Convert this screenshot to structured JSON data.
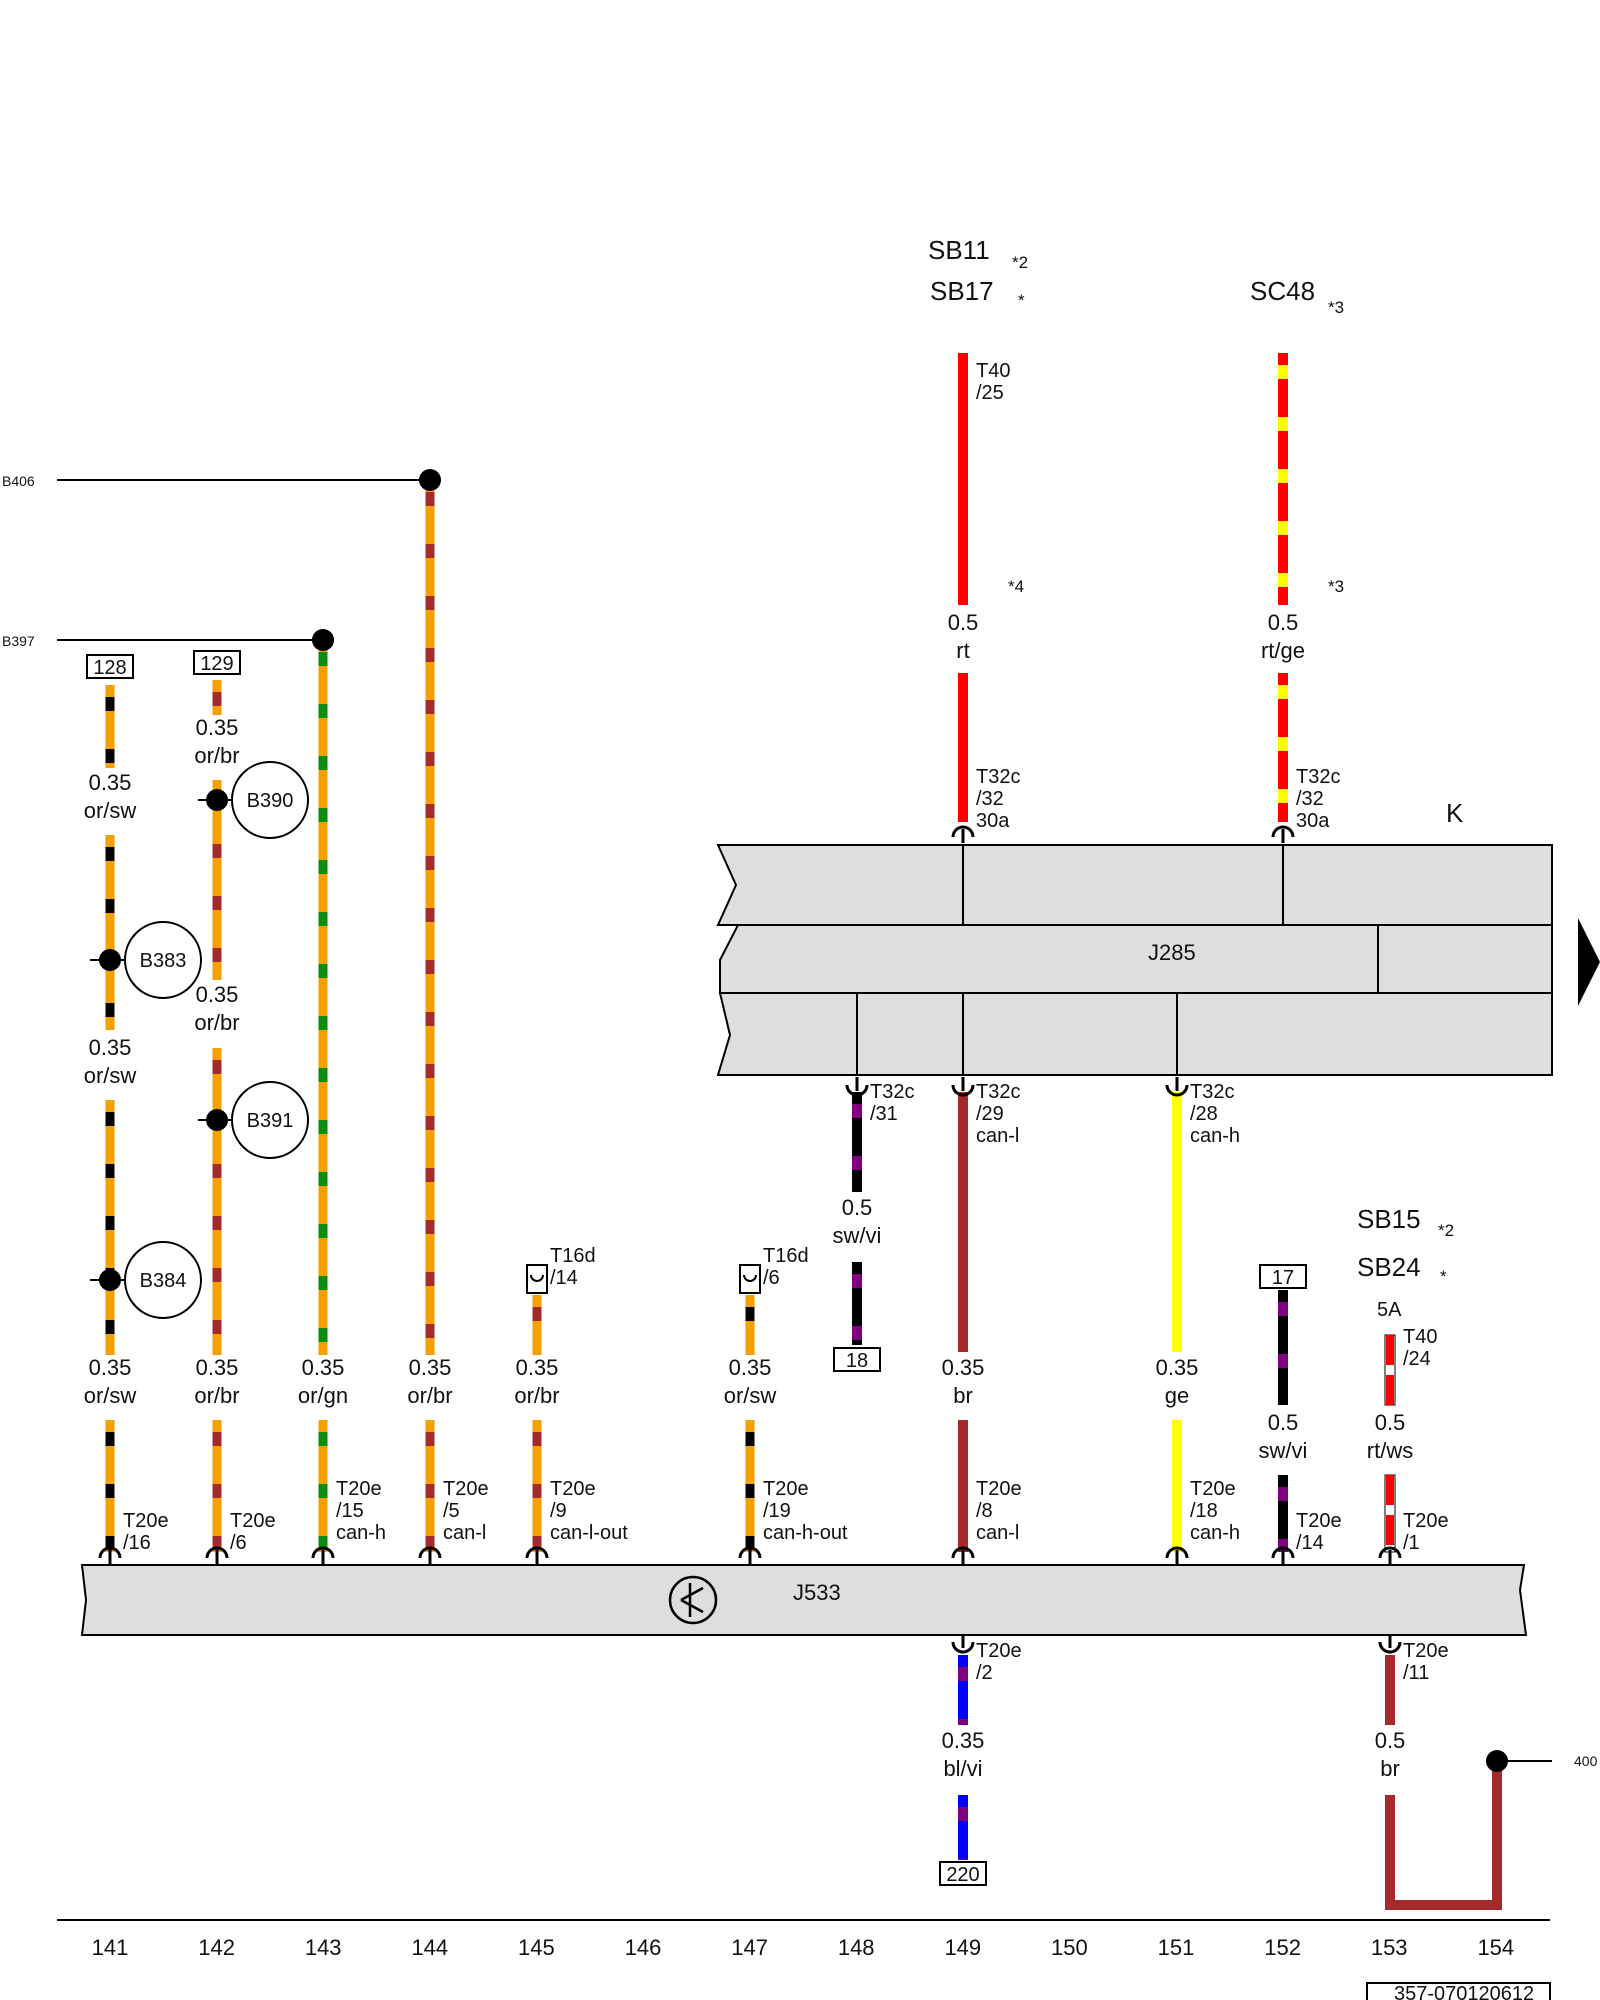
{
  "fuses": {
    "sb11": {
      "text": "SB11",
      "note": "*2"
    },
    "sb17": {
      "text": "SB17",
      "note": "*"
    },
    "sc48": {
      "text": "SC48",
      "note": "*3"
    },
    "sb15": {
      "text": "SB15",
      "note": "*2"
    },
    "sb24": {
      "text": "SB24",
      "note": "*"
    },
    "amp": "5A"
  },
  "units": {
    "k": "K",
    "j285": "J285",
    "j533": "J533"
  },
  "refs": {
    "b406": "B406",
    "b397": "B397",
    "r400": "400"
  },
  "splices": [
    "B390",
    "B383",
    "B391",
    "B384"
  ],
  "boxes": [
    "128",
    "129",
    "18",
    "17",
    "220"
  ],
  "notes": {
    "n4": "*4",
    "n3": "*3"
  },
  "wires": {
    "w128a": {
      "size": "0.35",
      "color": "or/sw"
    },
    "w129a": {
      "size": "0.35",
      "color": "or/br"
    },
    "w128b": {
      "size": "0.35",
      "color": "or/sw"
    },
    "w129b": {
      "size": "0.35",
      "color": "or/br"
    },
    "w128c": {
      "size": "0.35",
      "color": "or/sw"
    },
    "w141": {
      "size": "0.35",
      "color": "or/sw"
    },
    "w142": {
      "size": "0.35",
      "color": "or/br"
    },
    "w143": {
      "size": "0.35",
      "color": "or/gn"
    },
    "w144": {
      "size": "0.35",
      "color": "or/br"
    },
    "w145": {
      "size": "0.35",
      "color": "or/br"
    },
    "w147": {
      "size": "0.35",
      "color": "or/sw"
    },
    "w148": {
      "size": "0.5",
      "color": "sw/vi"
    },
    "w149a": {
      "size": "0.5",
      "color": "rt"
    },
    "w151a": {
      "size": "0.5",
      "color": "rt/ge"
    },
    "w149b": {
      "size": "0.35",
      "color": "br"
    },
    "w151b": {
      "size": "0.35",
      "color": "ge"
    },
    "w152": {
      "size": "0.5",
      "color": "sw/vi"
    },
    "w153a": {
      "size": "0.5",
      "color": "rt/ws"
    },
    "w149c": {
      "size": "0.35",
      "color": "bl/vi"
    },
    "w153b": {
      "size": "0.5",
      "color": "br"
    }
  },
  "pins": {
    "t40_25": [
      "T40",
      "/25"
    ],
    "t32c_32a": [
      "T32c",
      "/32",
      "30a"
    ],
    "t32c_32b": [
      "T32c",
      "/32",
      "30a"
    ],
    "t32c_31": [
      "T32c",
      "/31"
    ],
    "t32c_29": [
      "T32c",
      "/29",
      "can-l"
    ],
    "t32c_28": [
      "T32c",
      "/28",
      "can-h"
    ],
    "t16d_14": [
      "T16d",
      "/14"
    ],
    "t16d_6": [
      "T16d",
      "/6"
    ],
    "t40_24": [
      "T40",
      "/24"
    ],
    "t20e_16": [
      "T20e",
      "/16"
    ],
    "t20e_6": [
      "T20e",
      "/6"
    ],
    "t20e_15": [
      "T20e",
      "/15",
      "can-h"
    ],
    "t20e_5": [
      "T20e",
      "/5",
      "can-l"
    ],
    "t20e_9": [
      "T20e",
      "/9",
      "can-l-out"
    ],
    "t20e_19": [
      "T20e",
      "/19",
      "can-h-out"
    ],
    "t20e_8": [
      "T20e",
      "/8",
      "can-l"
    ],
    "t20e_18": [
      "T20e",
      "/18",
      "can-h"
    ],
    "t20e_14": [
      "T20e",
      "/14"
    ],
    "t20e_1": [
      "T20e",
      "/1"
    ],
    "t20e_2": [
      "T20e",
      "/2"
    ],
    "t20e_11": [
      "T20e",
      "/11"
    ]
  },
  "columns": [
    "141",
    "142",
    "143",
    "144",
    "145",
    "146",
    "147",
    "148",
    "149",
    "150",
    "151",
    "152",
    "153",
    "154"
  ],
  "drawing_number": "357-070120612",
  "colors": {
    "or": "#f5a000",
    "sw": "#000000",
    "br": "#a52a2a",
    "gn": "#0f8a0f",
    "rt": "#ff0000",
    "ge": "#ffff00",
    "vi": "#800080",
    "bl": "#0000ff",
    "ws": "#ffffff",
    "panel": "#dedede"
  }
}
